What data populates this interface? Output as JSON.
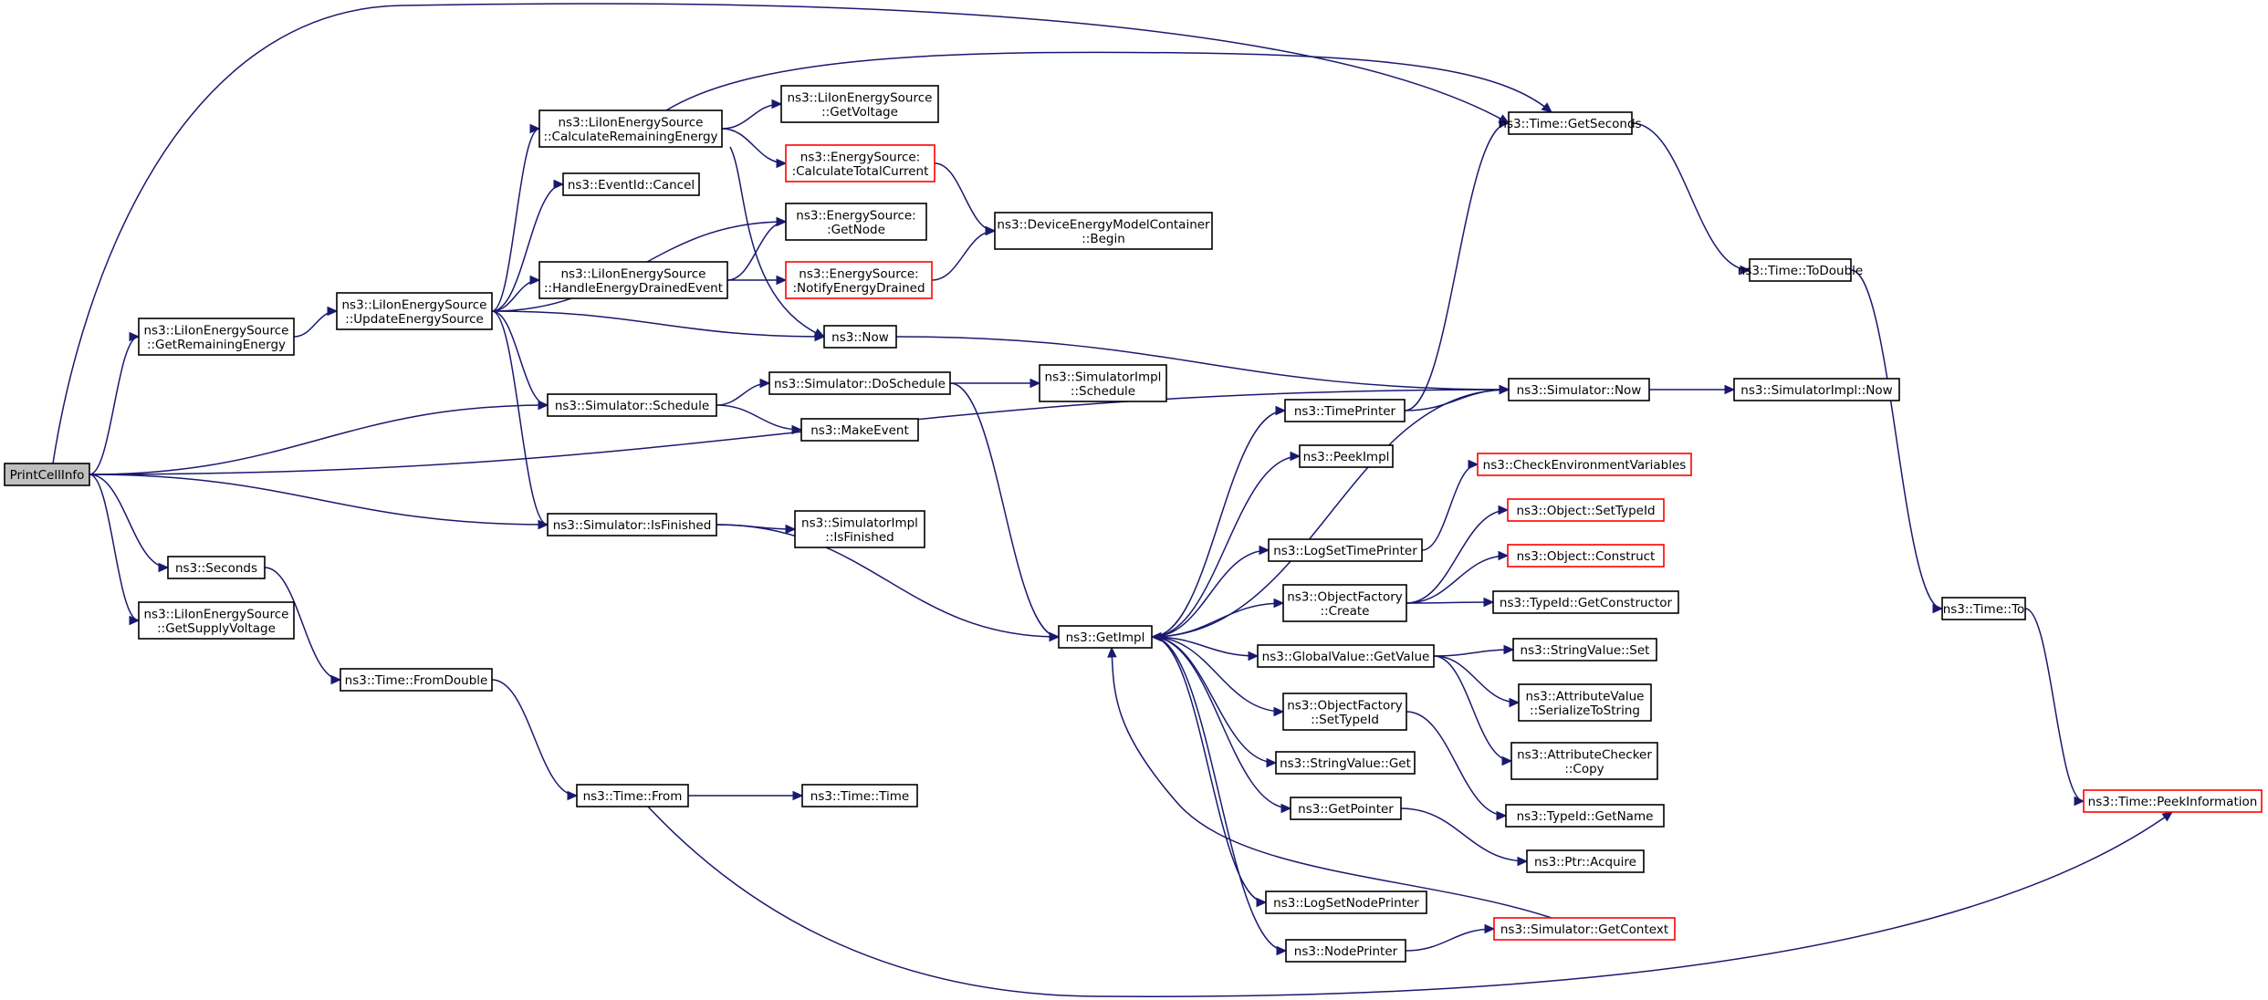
{
  "legend_colors": {
    "edge": "#191970",
    "node_border": "#000000",
    "truncated_border": "#ff0000",
    "root_fill": "#bfbfbf"
  },
  "nodes": [
    {
      "id": "printcellinfo",
      "lines": [
        "PrintCellInfo"
      ],
      "root": true
    },
    {
      "id": "getremainingenergy",
      "lines": [
        "ns3::LiIonEnergySource",
        "::GetRemainingEnergy"
      ]
    },
    {
      "id": "updateenergysource",
      "lines": [
        "ns3::LiIonEnergySource",
        "::UpdateEnergySource"
      ]
    },
    {
      "id": "calcremaining",
      "lines": [
        "ns3::LiIonEnergySource",
        "::CalculateRemainingEnergy"
      ]
    },
    {
      "id": "getvoltage",
      "lines": [
        "ns3::LiIonEnergySource",
        "::GetVoltage"
      ]
    },
    {
      "id": "calctotalcurrent",
      "lines": [
        "ns3::EnergySource:",
        ":CalculateTotalCurrent"
      ],
      "truncated": true
    },
    {
      "id": "eventidcancel",
      "lines": [
        "ns3::EventId::Cancel"
      ]
    },
    {
      "id": "getnode",
      "lines": [
        "ns3::EnergySource:",
        ":GetNode"
      ]
    },
    {
      "id": "handledrained",
      "lines": [
        "ns3::LiIonEnergySource",
        "::HandleEnergyDrainedEvent"
      ]
    },
    {
      "id": "notifydrained",
      "lines": [
        "ns3::EnergySource:",
        ":NotifyEnergyDrained"
      ],
      "truncated": true
    },
    {
      "id": "devicecontainerbegin",
      "lines": [
        "ns3::DeviceEnergyModelContainer",
        "::Begin"
      ]
    },
    {
      "id": "now",
      "lines": [
        "ns3::Now"
      ]
    },
    {
      "id": "timegetseconds",
      "lines": [
        "ns3::Time::GetSeconds"
      ]
    },
    {
      "id": "timetodouble",
      "lines": [
        "ns3::Time::ToDouble"
      ]
    },
    {
      "id": "simschedule",
      "lines": [
        "ns3::Simulator::Schedule"
      ]
    },
    {
      "id": "simdoschedule",
      "lines": [
        "ns3::Simulator::DoSchedule"
      ]
    },
    {
      "id": "implschedule",
      "lines": [
        "ns3::SimulatorImpl",
        "::Schedule"
      ]
    },
    {
      "id": "makeevent",
      "lines": [
        "ns3::MakeEvent"
      ]
    },
    {
      "id": "simnow",
      "lines": [
        "ns3::Simulator::Now"
      ]
    },
    {
      "id": "implnow",
      "lines": [
        "ns3::SimulatorImpl::Now"
      ]
    },
    {
      "id": "timeprinter",
      "lines": [
        "ns3::TimePrinter"
      ]
    },
    {
      "id": "peekimpl",
      "lines": [
        "ns3::PeekImpl"
      ]
    },
    {
      "id": "checkenv",
      "lines": [
        "ns3::CheckEnvironmentVariables"
      ],
      "truncated": true
    },
    {
      "id": "objsettypeid",
      "lines": [
        "ns3::Object::SetTypeId"
      ],
      "truncated": true
    },
    {
      "id": "logsettimeprinter",
      "lines": [
        "ns3::LogSetTimePrinter"
      ]
    },
    {
      "id": "objconstruct",
      "lines": [
        "ns3::Object::Construct"
      ],
      "truncated": true
    },
    {
      "id": "factorycreate",
      "lines": [
        "ns3::ObjectFactory",
        "::Create"
      ]
    },
    {
      "id": "typeidgetctor",
      "lines": [
        "ns3::TypeId::GetConstructor"
      ]
    },
    {
      "id": "simisfinished",
      "lines": [
        "ns3::Simulator::IsFinished"
      ]
    },
    {
      "id": "implisfinished",
      "lines": [
        "ns3::SimulatorImpl",
        "::IsFinished"
      ]
    },
    {
      "id": "getimpl",
      "lines": [
        "ns3::GetImpl"
      ]
    },
    {
      "id": "globalgetvalue",
      "lines": [
        "ns3::GlobalValue::GetValue"
      ]
    },
    {
      "id": "stringvalueset",
      "lines": [
        "ns3::StringValue::Set"
      ]
    },
    {
      "id": "attrserialize",
      "lines": [
        "ns3::AttributeValue",
        "::SerializeToString"
      ]
    },
    {
      "id": "factorysettypeid",
      "lines": [
        "ns3::ObjectFactory",
        "::SetTypeId"
      ]
    },
    {
      "id": "attrcheckercopy",
      "lines": [
        "ns3::AttributeChecker",
        "::Copy"
      ]
    },
    {
      "id": "stringvalueget",
      "lines": [
        "ns3::StringValue::Get"
      ]
    },
    {
      "id": "typeidgetname",
      "lines": [
        "ns3::TypeId::GetName"
      ]
    },
    {
      "id": "getpointer",
      "lines": [
        "ns3::GetPointer"
      ]
    },
    {
      "id": "ptracquire",
      "lines": [
        "ns3::Ptr::Acquire"
      ]
    },
    {
      "id": "logsetnodeprinter",
      "lines": [
        "ns3::LogSetNodePrinter"
      ]
    },
    {
      "id": "simgetcontext",
      "lines": [
        "ns3::Simulator::GetContext"
      ],
      "truncated": true
    },
    {
      "id": "nodeprinter",
      "lines": [
        "ns3::NodePrinter"
      ]
    },
    {
      "id": "seconds",
      "lines": [
        "ns3::Seconds"
      ]
    },
    {
      "id": "getsupplyvoltage",
      "lines": [
        "ns3::LiIonEnergySource",
        "::GetSupplyVoltage"
      ]
    },
    {
      "id": "timefromdouble",
      "lines": [
        "ns3::Time::FromDouble"
      ]
    },
    {
      "id": "timefrom",
      "lines": [
        "ns3::Time::From"
      ]
    },
    {
      "id": "timetime",
      "lines": [
        "ns3::Time::Time"
      ]
    },
    {
      "id": "timeto",
      "lines": [
        "ns3::Time::To"
      ]
    },
    {
      "id": "peekinformation",
      "lines": [
        "ns3::Time::PeekInformation"
      ],
      "truncated": true
    }
  ],
  "edges": [
    [
      "printcellinfo",
      "timegetseconds"
    ],
    [
      "printcellinfo",
      "getremainingenergy"
    ],
    [
      "printcellinfo",
      "simschedule"
    ],
    [
      "printcellinfo",
      "simnow"
    ],
    [
      "printcellinfo",
      "simisfinished"
    ],
    [
      "printcellinfo",
      "seconds"
    ],
    [
      "printcellinfo",
      "getsupplyvoltage"
    ],
    [
      "getremainingenergy",
      "updateenergysource"
    ],
    [
      "updateenergysource",
      "calcremaining"
    ],
    [
      "updateenergysource",
      "eventidcancel"
    ],
    [
      "updateenergysource",
      "getnode"
    ],
    [
      "updateenergysource",
      "handledrained"
    ],
    [
      "updateenergysource",
      "now"
    ],
    [
      "updateenergysource",
      "simschedule"
    ],
    [
      "updateenergysource",
      "simisfinished"
    ],
    [
      "calcremaining",
      "getvoltage"
    ],
    [
      "calcremaining",
      "calctotalcurrent"
    ],
    [
      "calcremaining",
      "timegetseconds"
    ],
    [
      "calcremaining",
      "now"
    ],
    [
      "calctotalcurrent",
      "devicecontainerbegin"
    ],
    [
      "handledrained",
      "getnode"
    ],
    [
      "handledrained",
      "notifydrained"
    ],
    [
      "notifydrained",
      "devicecontainerbegin"
    ],
    [
      "now",
      "simnow"
    ],
    [
      "timegetseconds",
      "timetodouble"
    ],
    [
      "timetodouble",
      "timeto"
    ],
    [
      "timeto",
      "peekinformation"
    ],
    [
      "simschedule",
      "simdoschedule"
    ],
    [
      "simschedule",
      "makeevent"
    ],
    [
      "simdoschedule",
      "implschedule"
    ],
    [
      "simdoschedule",
      "getimpl"
    ],
    [
      "simnow",
      "implnow"
    ],
    [
      "simnow",
      "getimpl"
    ],
    [
      "simisfinished",
      "implisfinished"
    ],
    [
      "simisfinished",
      "getimpl"
    ],
    [
      "getimpl",
      "timeprinter"
    ],
    [
      "getimpl",
      "peekimpl"
    ],
    [
      "getimpl",
      "logsettimeprinter"
    ],
    [
      "getimpl",
      "factorycreate"
    ],
    [
      "getimpl",
      "globalgetvalue"
    ],
    [
      "getimpl",
      "factorysettypeid"
    ],
    [
      "getimpl",
      "stringvalueget"
    ],
    [
      "getimpl",
      "getpointer"
    ],
    [
      "getimpl",
      "logsetnodeprinter"
    ],
    [
      "getimpl",
      "nodeprinter"
    ],
    [
      "timeprinter",
      "timegetseconds"
    ],
    [
      "timeprinter",
      "simnow"
    ],
    [
      "logsettimeprinter",
      "checkenv"
    ],
    [
      "factorycreate",
      "objsettypeid"
    ],
    [
      "factorycreate",
      "objconstruct"
    ],
    [
      "factorycreate",
      "typeidgetctor"
    ],
    [
      "globalgetvalue",
      "stringvalueset"
    ],
    [
      "globalgetvalue",
      "attrserialize"
    ],
    [
      "globalgetvalue",
      "attrcheckercopy"
    ],
    [
      "factorysettypeid",
      "typeidgetname"
    ],
    [
      "getpointer",
      "ptracquire"
    ],
    [
      "nodeprinter",
      "simgetcontext"
    ],
    [
      "simgetcontext",
      "getimpl"
    ],
    [
      "seconds",
      "timefromdouble"
    ],
    [
      "timefromdouble",
      "timefrom"
    ],
    [
      "timefrom",
      "timetime"
    ],
    [
      "timefrom",
      "peekinformation"
    ]
  ]
}
